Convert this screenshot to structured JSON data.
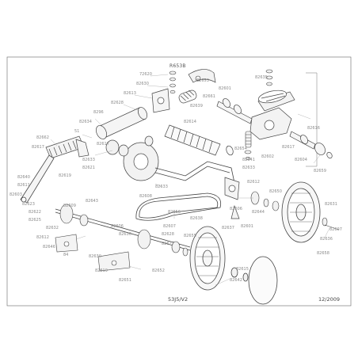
{
  "header": {
    "model_code": "R653B"
  },
  "footer": {
    "drawing_ref": "53J5/V2",
    "date": "12/2009"
  },
  "colors": {
    "frame": "#555555",
    "line": "#4a4a4a",
    "label": "#8a8a8a",
    "fill": "#f4f4f4"
  },
  "callouts": [
    "72620",
    "82630",
    "82613",
    "82628",
    "8296",
    "82634",
    "51",
    "82662",
    "82617",
    "82633",
    "82621",
    "82619",
    "82617",
    "82640",
    "82611",
    "82603",
    "82623",
    "82622",
    "82625",
    "82609",
    "82643",
    "82632",
    "82612",
    "82646",
    "84",
    "82606",
    "82630",
    "82630",
    "82619",
    "82651",
    "82652",
    "82627",
    "82628",
    "82607",
    "82655",
    "82633",
    "82608",
    "82656",
    "82614",
    "82661",
    "82601",
    "82641",
    "82633",
    "82654",
    "82602",
    "82617",
    "82604",
    "82659",
    "82616",
    "82612",
    "82650",
    "82644",
    "82601",
    "82606",
    "82631",
    "82607",
    "82636",
    "82658",
    "82638",
    "82637",
    "82642",
    "82615",
    "82653",
    "82635",
    "82639"
  ]
}
